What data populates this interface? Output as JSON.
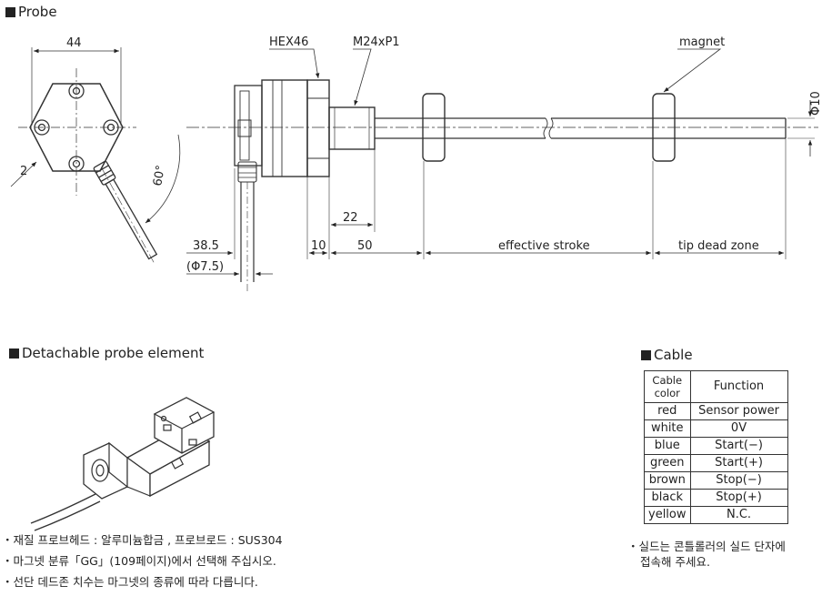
{
  "sections": {
    "probe_title": "Probe",
    "detachable_title": "Detachable probe element",
    "cable_title": "Cable"
  },
  "diagram_labels": {
    "width_44": "44",
    "hex46": "HEX46",
    "m24xp1": "M24xP1",
    "magnet": "magnet",
    "phi10": "Φ10",
    "dim_2": "2",
    "angle_60": "60°",
    "dim_22": "22",
    "dim_38_5": "38.5",
    "phi7_5": "(Φ7.5)",
    "dim_10": "10",
    "dim_50": "50",
    "effective_stroke": "effective stroke",
    "tip_dead_zone": "tip dead zone"
  },
  "cable_table": {
    "header_color": "Cable color",
    "header_function": "Function",
    "rows": [
      {
        "color": "red",
        "function": "Sensor power"
      },
      {
        "color": "white",
        "function": "0V"
      },
      {
        "color": "blue",
        "function": "Start(−)"
      },
      {
        "color": "green",
        "function": "Start(+)"
      },
      {
        "color": "brown",
        "function": "Stop(−)"
      },
      {
        "color": "black",
        "function": "Stop(+)"
      },
      {
        "color": "yellow",
        "function": "N.C."
      }
    ]
  },
  "notes": {
    "material": "・재질 프로브헤드 :  알루미늄합금 , 프로브로드 : SUS304",
    "magnet_select": "・마그넷 분류「GG」(109페이지)에서 선택해 주십시오.",
    "dead_zone": "・선단 데드존 치수는 마그넷의 종류에 따라 다릅니다.",
    "shield_line1": "・실드는 콘틀롤러의 실드 단자에",
    "shield_line2": "접속해 주세요."
  }
}
